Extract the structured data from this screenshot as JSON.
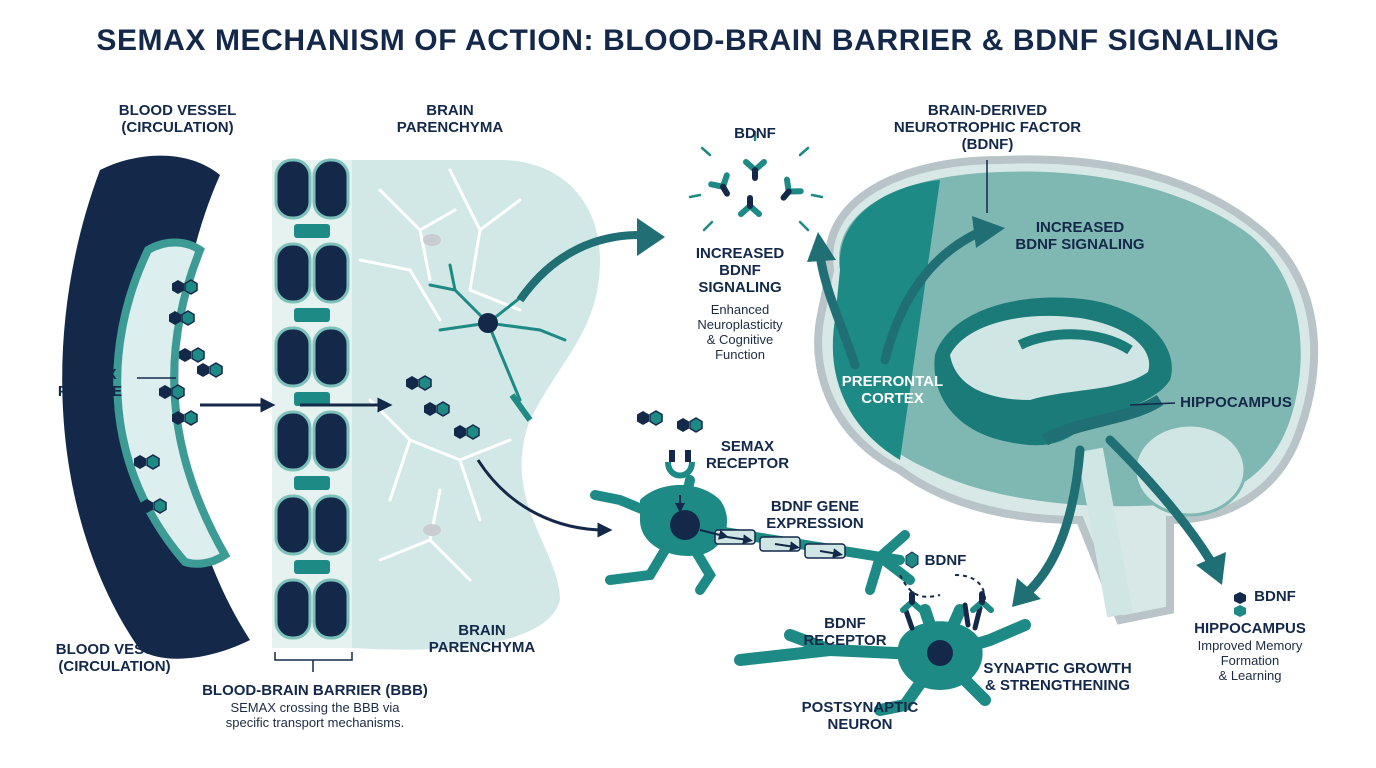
{
  "title": "SEMAX MECHANISM OF ACTION: BLOOD-BRAIN BARRIER & BDNF SIGNALING",
  "labels": {
    "blood_vessel_top": "BLOOD VESSEL\n(CIRCULATION)",
    "blood_vessel_bottom": "BLOOD VESSEL\n(CIRCULATION)",
    "semax_peptide": "SEMAX\nPEPTIDE",
    "brain_parenchyma_top": "BRAIN\nPARENCHYMA",
    "brain_parenchyma_bottom": "BRAIN\nPARENCHYMA",
    "bbb_title": "BLOOD-BRAIN BARRIER (BBB)",
    "bbb_desc": "SEMAX crossing the BBB via\nspecific transport mechanisms.",
    "bdnf_cluster": "BDNF",
    "increased_bdnf_left": "INCREASED\nBDNF\nSIGNALING",
    "increased_bdnf_left_desc": "Enhanced\nNeuroplasticity\n& Cognitive\nFunction",
    "bdnf_full": "BRAIN-DERIVED\nNEUROTROPHIC FACTOR\n(BDNF)",
    "increased_bdnf_right": "INCREASED\nBDNF SIGNALING",
    "prefrontal_cortex": "PREFRONTAL\nCORTEX",
    "hippocampus_brain": "HIPPOCAMPUS",
    "semax_receptor": "SEMAX\nRECEPTOR",
    "bdnf_gene_expression": "BDNF GENE\nEXPRESSION",
    "bdnf_small": "BDNF",
    "bdnf_receptor": "BDNF\nRECEPTOR",
    "synaptic_growth": "SYNAPTIC GROWTH\n& STRENGTHENING",
    "postsynaptic_neuron": "POSTSYNAPTIC\nNEURON",
    "bdnf_hippo": "BDNF",
    "hippocampus_bottom": "HIPPOCAMPUS",
    "hippocampus_desc": "Improved Memory\nFormation\n& Learning"
  },
  "colors": {
    "navy": "#14294a",
    "teal": "#1d8a85",
    "teal_dark": "#0f5f63",
    "teal_light": "#cfe6e4",
    "teal_pale": "#e3f1ef"
  },
  "icons": [
    "peptide-icon",
    "bdnf-protein-icon",
    "arrow-icon",
    "neuron-icon",
    "brain-icon",
    "receptor-icon"
  ]
}
